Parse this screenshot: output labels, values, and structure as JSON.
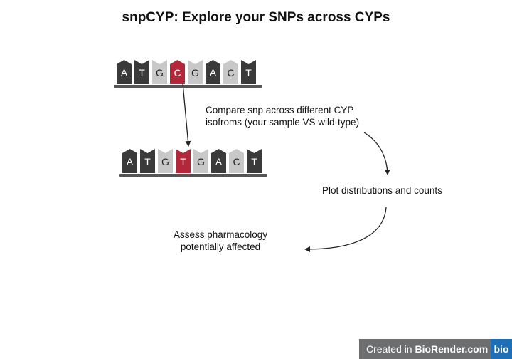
{
  "title": "snpCYP: Explore your SNPs across CYPs",
  "colors": {
    "dark_base": "#3a3a3a",
    "light_base": "#c8c8c8",
    "highlight_base": "#b3273a",
    "backbone": "#555555",
    "badge_bg": "#6d6e70",
    "badge_logo_bg": "#1d6fb8"
  },
  "sequences": {
    "sample": [
      {
        "letter": "A",
        "tone": "dark",
        "shape": "arrow"
      },
      {
        "letter": "T",
        "tone": "dark",
        "shape": "notch"
      },
      {
        "letter": "G",
        "tone": "light",
        "shape": "notch"
      },
      {
        "letter": "C",
        "tone": "highlight",
        "shape": "arrow"
      },
      {
        "letter": "G",
        "tone": "light",
        "shape": "notch"
      },
      {
        "letter": "A",
        "tone": "dark",
        "shape": "arrow"
      },
      {
        "letter": "C",
        "tone": "light",
        "shape": "arrow"
      },
      {
        "letter": "T",
        "tone": "dark",
        "shape": "notch"
      }
    ],
    "variant": [
      {
        "letter": "A",
        "tone": "dark",
        "shape": "arrow"
      },
      {
        "letter": "T",
        "tone": "dark",
        "shape": "notch"
      },
      {
        "letter": "G",
        "tone": "light",
        "shape": "notch"
      },
      {
        "letter": "T",
        "tone": "highlight",
        "shape": "notch"
      },
      {
        "letter": "G",
        "tone": "light",
        "shape": "notch"
      },
      {
        "letter": "A",
        "tone": "dark",
        "shape": "arrow"
      },
      {
        "letter": "C",
        "tone": "light",
        "shape": "arrow"
      },
      {
        "letter": "T",
        "tone": "dark",
        "shape": "notch"
      }
    ]
  },
  "notes": {
    "compare": {
      "line1": "Compare snp across different CYP",
      "line2": "isofroms (your sample VS wild-type)"
    },
    "plot": "Plot distributions and counts",
    "assess": {
      "line1": "Assess pharmacology",
      "line2": "potentially affected"
    }
  },
  "badge": {
    "prefix": "Created in ",
    "brand": "BioRender.com",
    "logo": "bio"
  }
}
